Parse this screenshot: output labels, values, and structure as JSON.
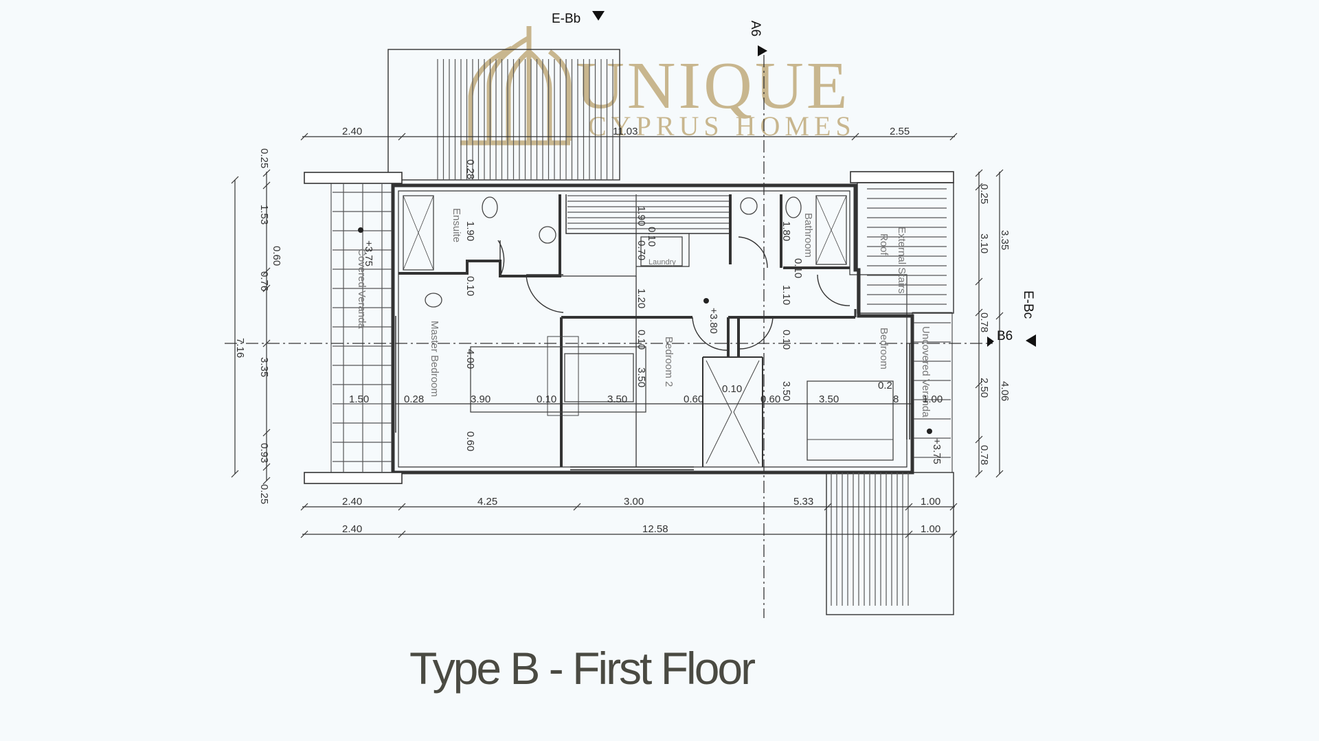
{
  "logo": {
    "word": "UNIQUE",
    "subtitle": "CYPRUS HOMES",
    "color": "#c8b68e"
  },
  "caption": "Type B - First Floor",
  "section_marks": {
    "ebb": "E-Bb",
    "a6": "A6",
    "ebc": "E-Bc",
    "b6": "B6"
  },
  "rooms": {
    "covered_veranda": "Covered Veranda",
    "ensuite": "Ensuite",
    "master_bedroom": "Master Bedroom",
    "bedroom_2": "Bedroom 2",
    "bedroom": "Bedroom",
    "bathroom": "Bathroom",
    "laundry": "Laundry",
    "external_stairs": "External Stairs",
    "roof": "Roof",
    "uncovered_veranda": "Uncovered Veranda"
  },
  "levels": {
    "l375a": "+3.75",
    "l380": "+3.80",
    "l375b": "+3.75"
  },
  "dims": {
    "top": [
      "2.40",
      "11.03",
      "2.55"
    ],
    "bottom1": [
      "2.40",
      "4.25",
      "3.00",
      "5.33",
      "1.00"
    ],
    "bottom2": [
      "2.40",
      "12.58",
      "1.00"
    ],
    "left_outer": "7.16",
    "left_inner": [
      "0.25",
      "1.53",
      "0.60",
      "0.76",
      "3.35",
      "0.93",
      "0.25"
    ],
    "right_outer": [
      "3.35",
      "4.06"
    ],
    "right_inner": [
      "0.25",
      "3.10",
      "0.78",
      "2.50",
      "0.78"
    ],
    "interior_row": [
      "1.50",
      "0.28",
      "3.90",
      "0.10",
      "3.50",
      "0.60",
      "0.60",
      "3.50",
      "8",
      "1.00"
    ],
    "interior_vertical": [
      "0.28",
      "1.90",
      "0.10",
      "4.00",
      "0.60",
      "1.90",
      "0.10",
      "0.70",
      "1.20",
      "0.10",
      "3.50",
      "1.80",
      "0.10",
      "1.10",
      "0.10",
      "3.50",
      "0.10",
      "0.2"
    ]
  }
}
